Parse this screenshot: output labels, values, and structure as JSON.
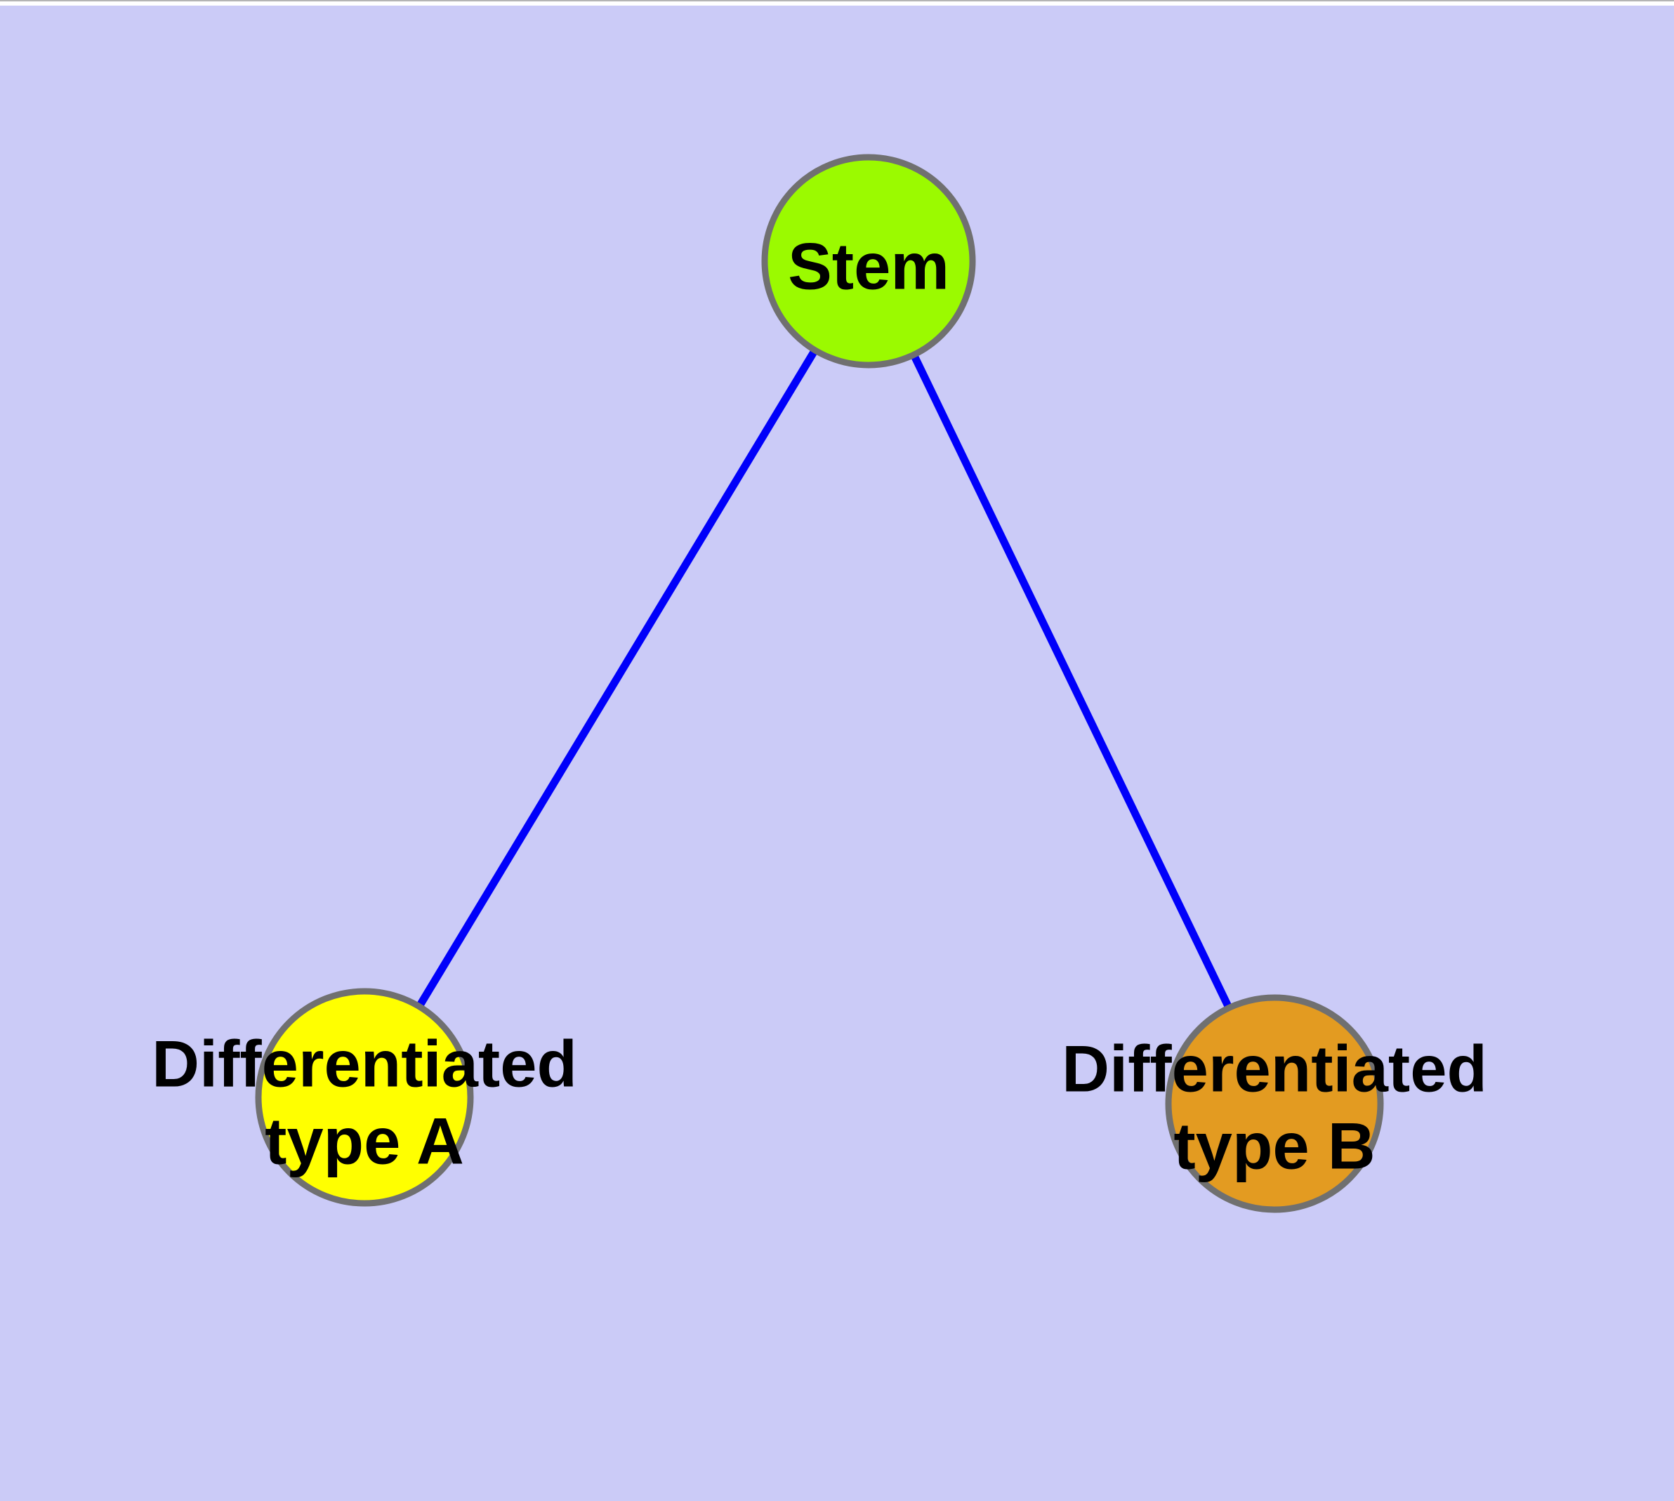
{
  "diagram": {
    "background_color": "#cbcbf7",
    "top_strip_color": "#ffffff",
    "top_hairline_color": "#b4b4b4",
    "edge_color": "#0000fa",
    "node_border_color": "#707070",
    "text_color": "#000000",
    "nodes": {
      "stem": {
        "label": "Stem",
        "fill": "#9bfa00"
      },
      "type_a": {
        "label_line1": "Differentiated",
        "label_line2": "type A",
        "fill": "#ffff00"
      },
      "type_b": {
        "label_line1": "Differentiated",
        "label_line2": "type B",
        "fill": "#e39b21"
      }
    },
    "edges": [
      {
        "from": "stem",
        "to": "type_a"
      },
      {
        "from": "stem",
        "to": "type_b"
      }
    ]
  }
}
